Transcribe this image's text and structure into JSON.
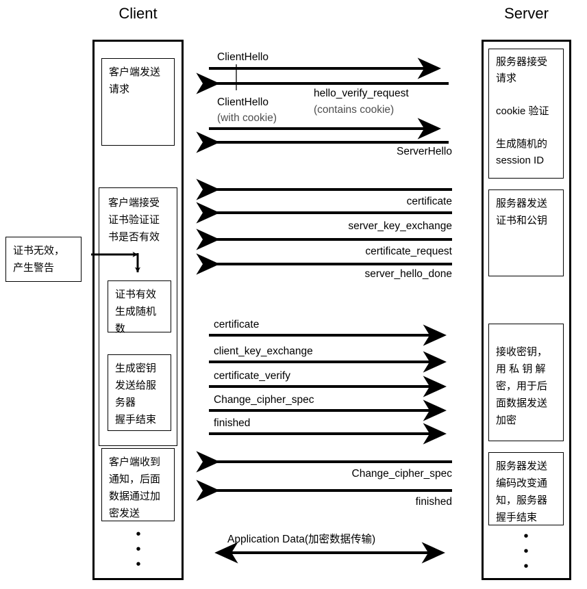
{
  "columns": {
    "client_title": "Client",
    "server_title": "Server"
  },
  "client_boxes": {
    "request": "客户端发送\n请求",
    "verify_header": "客户端接受\n证书验证证\n书是否有效",
    "cert_valid": "证书有效\n生成随机\n数",
    "gen_key": "生成密钥\n发送给服\n务器\n握手结束",
    "notified": "客户端收到\n通知，后面\n数据通过加\n密发送"
  },
  "alert_box": {
    "text": "证书无效，\n产生警告"
  },
  "server_boxes": {
    "accept": "服务器接受\n请求\n\ncookie 验证\n\n生成随机的\nsession ID",
    "send_cert": "服务器发送\n证书和公钥",
    "receive_key": "接收密钥，\n用 私 钥 解\n密，用于后\n面数据发送\n加密",
    "cipher_change": "服务器发送\n编码改变通\n知，服务器\n握手结束"
  },
  "messages": {
    "client_hello_1": "ClientHello",
    "hello_verify_request": "hello_verify_request",
    "contains_cookie": "(contains cookie)",
    "client_hello_2": "ClientHello",
    "with_cookie": "(with cookie)",
    "server_hello": "ServerHello",
    "certificate_s": "certificate",
    "server_key_exchange": "server_key_exchange",
    "certificate_request": "certificate_request",
    "server_hello_done": "server_hello_done",
    "certificate_c": "certificate",
    "client_key_exchange": "client_key_exchange",
    "certificate_verify": "certificate_verify",
    "change_cipher_spec_c": "Change_cipher_spec",
    "finished_c": "finished",
    "change_cipher_spec_s": "Change_cipher_spec",
    "finished_s": "finished",
    "application_data": "Application Data(加密数据传输)"
  },
  "ellipsis": {
    "glyph": "•",
    "count": 3
  },
  "colors": {
    "stroke": "#000000",
    "background": "#ffffff",
    "muted_text": "#4d4d4d"
  }
}
